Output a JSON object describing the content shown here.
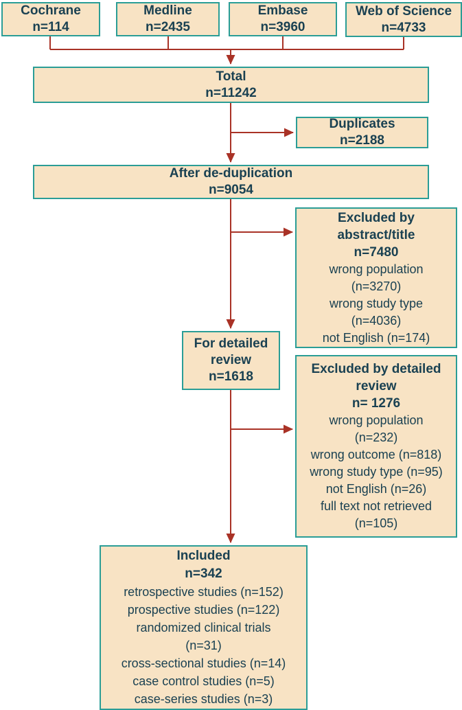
{
  "colors": {
    "fill": "#f8e3c4",
    "border": "#2a9d96",
    "text": "#1a4152",
    "arrow": "#a93226",
    "bg": "#ffffff"
  },
  "nodes": {
    "cochrane": {
      "lines": [
        "Cochrane",
        "n=114"
      ]
    },
    "medline": {
      "lines": [
        "Medline",
        "n=2435"
      ]
    },
    "embase": {
      "lines": [
        "Embase",
        "n=3960"
      ]
    },
    "wos": {
      "lines": [
        "Web of Science",
        "n=4733"
      ]
    },
    "total": {
      "lines": [
        "Total",
        "n=11242"
      ]
    },
    "duplicates": {
      "lines": [
        "Duplicates",
        "n=2188"
      ]
    },
    "after_dedup": {
      "lines": [
        "After de-duplication",
        "n=9054"
      ]
    },
    "excluded_abstract": {
      "bold": [
        "Excluded by",
        "abstract/title",
        "n=7480"
      ],
      "detail": [
        "wrong population",
        "(n=3270)",
        "wrong study type",
        "(n=4036)",
        "not English (n=174)"
      ]
    },
    "for_detailed": {
      "lines": [
        "For detailed",
        "review",
        "n=1618"
      ]
    },
    "excluded_detailed": {
      "bold": [
        "Excluded by detailed",
        "review",
        "n= 1276"
      ],
      "detail": [
        "wrong population",
        "(n=232)",
        "wrong outcome (n=818)",
        "wrong study type (n=95)",
        "not English (n=26)",
        "full text not retrieved",
        "(n=105)"
      ]
    },
    "included": {
      "bold": [
        "Included",
        "n=342"
      ],
      "detail": [
        "retrospective studies (n=152)",
        "prospective studies (n=122)",
        "randomized clinical trials",
        "(n=31)",
        "cross-sectional studies (n=14)",
        "case control studies (n=5)",
        "case-series studies (n=3)"
      ]
    }
  }
}
